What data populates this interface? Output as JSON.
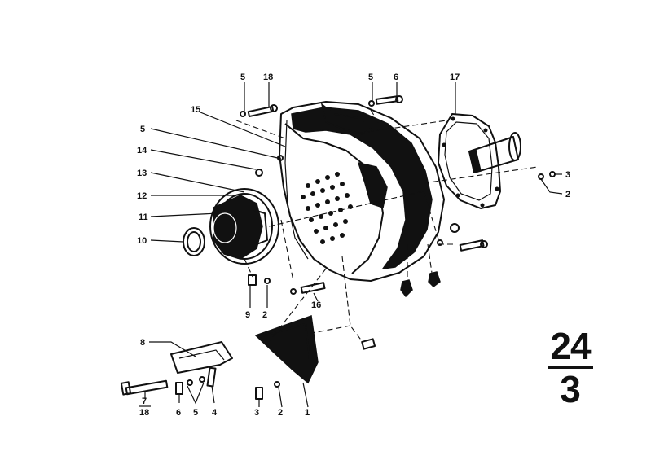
{
  "callouts": [
    {
      "id": "c5-top-left",
      "text": "5"
    },
    {
      "id": "c18-top",
      "text": "18"
    },
    {
      "id": "c5-top-right",
      "text": "5"
    },
    {
      "id": "c6-top",
      "text": "6"
    },
    {
      "id": "c17",
      "text": "17"
    },
    {
      "id": "c15",
      "text": "15"
    },
    {
      "id": "c5-left",
      "text": "5"
    },
    {
      "id": "c14",
      "text": "14"
    },
    {
      "id": "c13",
      "text": "13"
    },
    {
      "id": "c12",
      "text": "12"
    },
    {
      "id": "c11",
      "text": "11"
    },
    {
      "id": "c10",
      "text": "10"
    },
    {
      "id": "c3-right",
      "text": "3"
    },
    {
      "id": "c2-right",
      "text": "2"
    },
    {
      "id": "c9",
      "text": "9"
    },
    {
      "id": "c2-mid",
      "text": "2"
    },
    {
      "id": "c16",
      "text": "16"
    },
    {
      "id": "c8",
      "text": "8"
    },
    {
      "id": "c7",
      "text": "7"
    },
    {
      "id": "c18-bottom",
      "text": "18"
    },
    {
      "id": "c6-bottom",
      "text": "6"
    },
    {
      "id": "c5-bottom",
      "text": "5"
    },
    {
      "id": "c4",
      "text": "4"
    },
    {
      "id": "c3-bottom",
      "text": "3"
    },
    {
      "id": "c2-bottom",
      "text": "2"
    },
    {
      "id": "c1",
      "text": "1"
    }
  ],
  "page_group": {
    "group": "24",
    "sheet": "3"
  },
  "colors": {
    "ink": "#111111",
    "paper": "#ffffff"
  }
}
